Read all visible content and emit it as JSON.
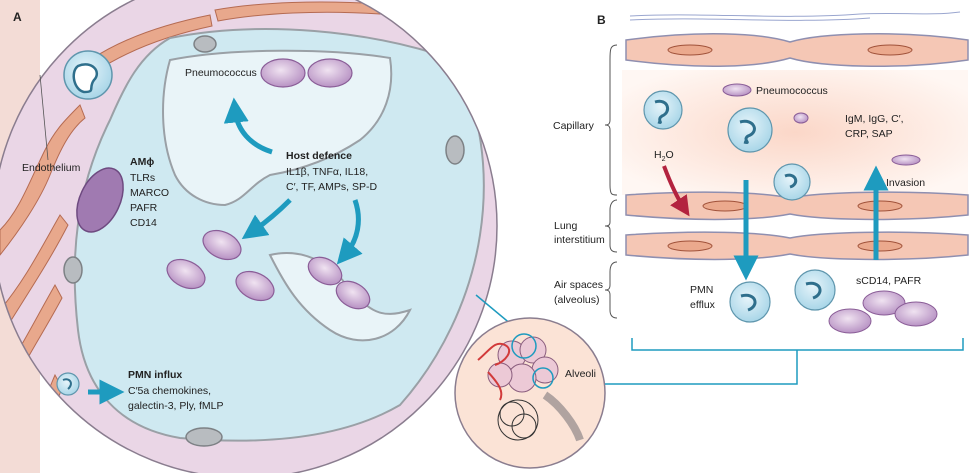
{
  "panel_a": {
    "letter": "A",
    "endothelium_label": "Endothelium",
    "pneumococcus_label": "Pneumococcus",
    "amphi": {
      "title": "AMϕ",
      "items": [
        "TLRs",
        "MARCO",
        "PAFR",
        "CD14"
      ]
    },
    "host_defence": {
      "title": "Host defence",
      "lines": [
        "IL1β, TNFα, IL18,",
        "C′, TF, AMPs, SP-D"
      ]
    },
    "pmn_influx": {
      "title": "PMN influx",
      "lines": [
        "C′5a chemokines,",
        "galectin-3, Ply, fMLP"
      ]
    },
    "alveoli_label": "Alveoli"
  },
  "panel_b": {
    "letter": "B",
    "pneumococcus_label": "Pneumococcus",
    "capillary_label": "Capillary",
    "lung_interstitium_label": [
      "Lung",
      "interstitium"
    ],
    "air_spaces_label": [
      "Air spaces",
      "(alveolus)"
    ],
    "antibodies": [
      "IgM, IgG, C′,",
      "CRP, SAP"
    ],
    "h2o": {
      "base": "H",
      "sub": "2",
      "tail": "O"
    },
    "invasion_label": "Invasion",
    "pmn_efflux": [
      "PMN",
      "efflux"
    ],
    "receptors": "sCD14, PAFR"
  },
  "colors": {
    "alveolus_fill": "#cfe9f1",
    "tissue_fill": "#ead6e6",
    "bacterium": "#c8a8cf",
    "arrow": "#1e9bbf",
    "endothelium": "#e8a88c",
    "capillary_glow": "#fbe0d4"
  }
}
